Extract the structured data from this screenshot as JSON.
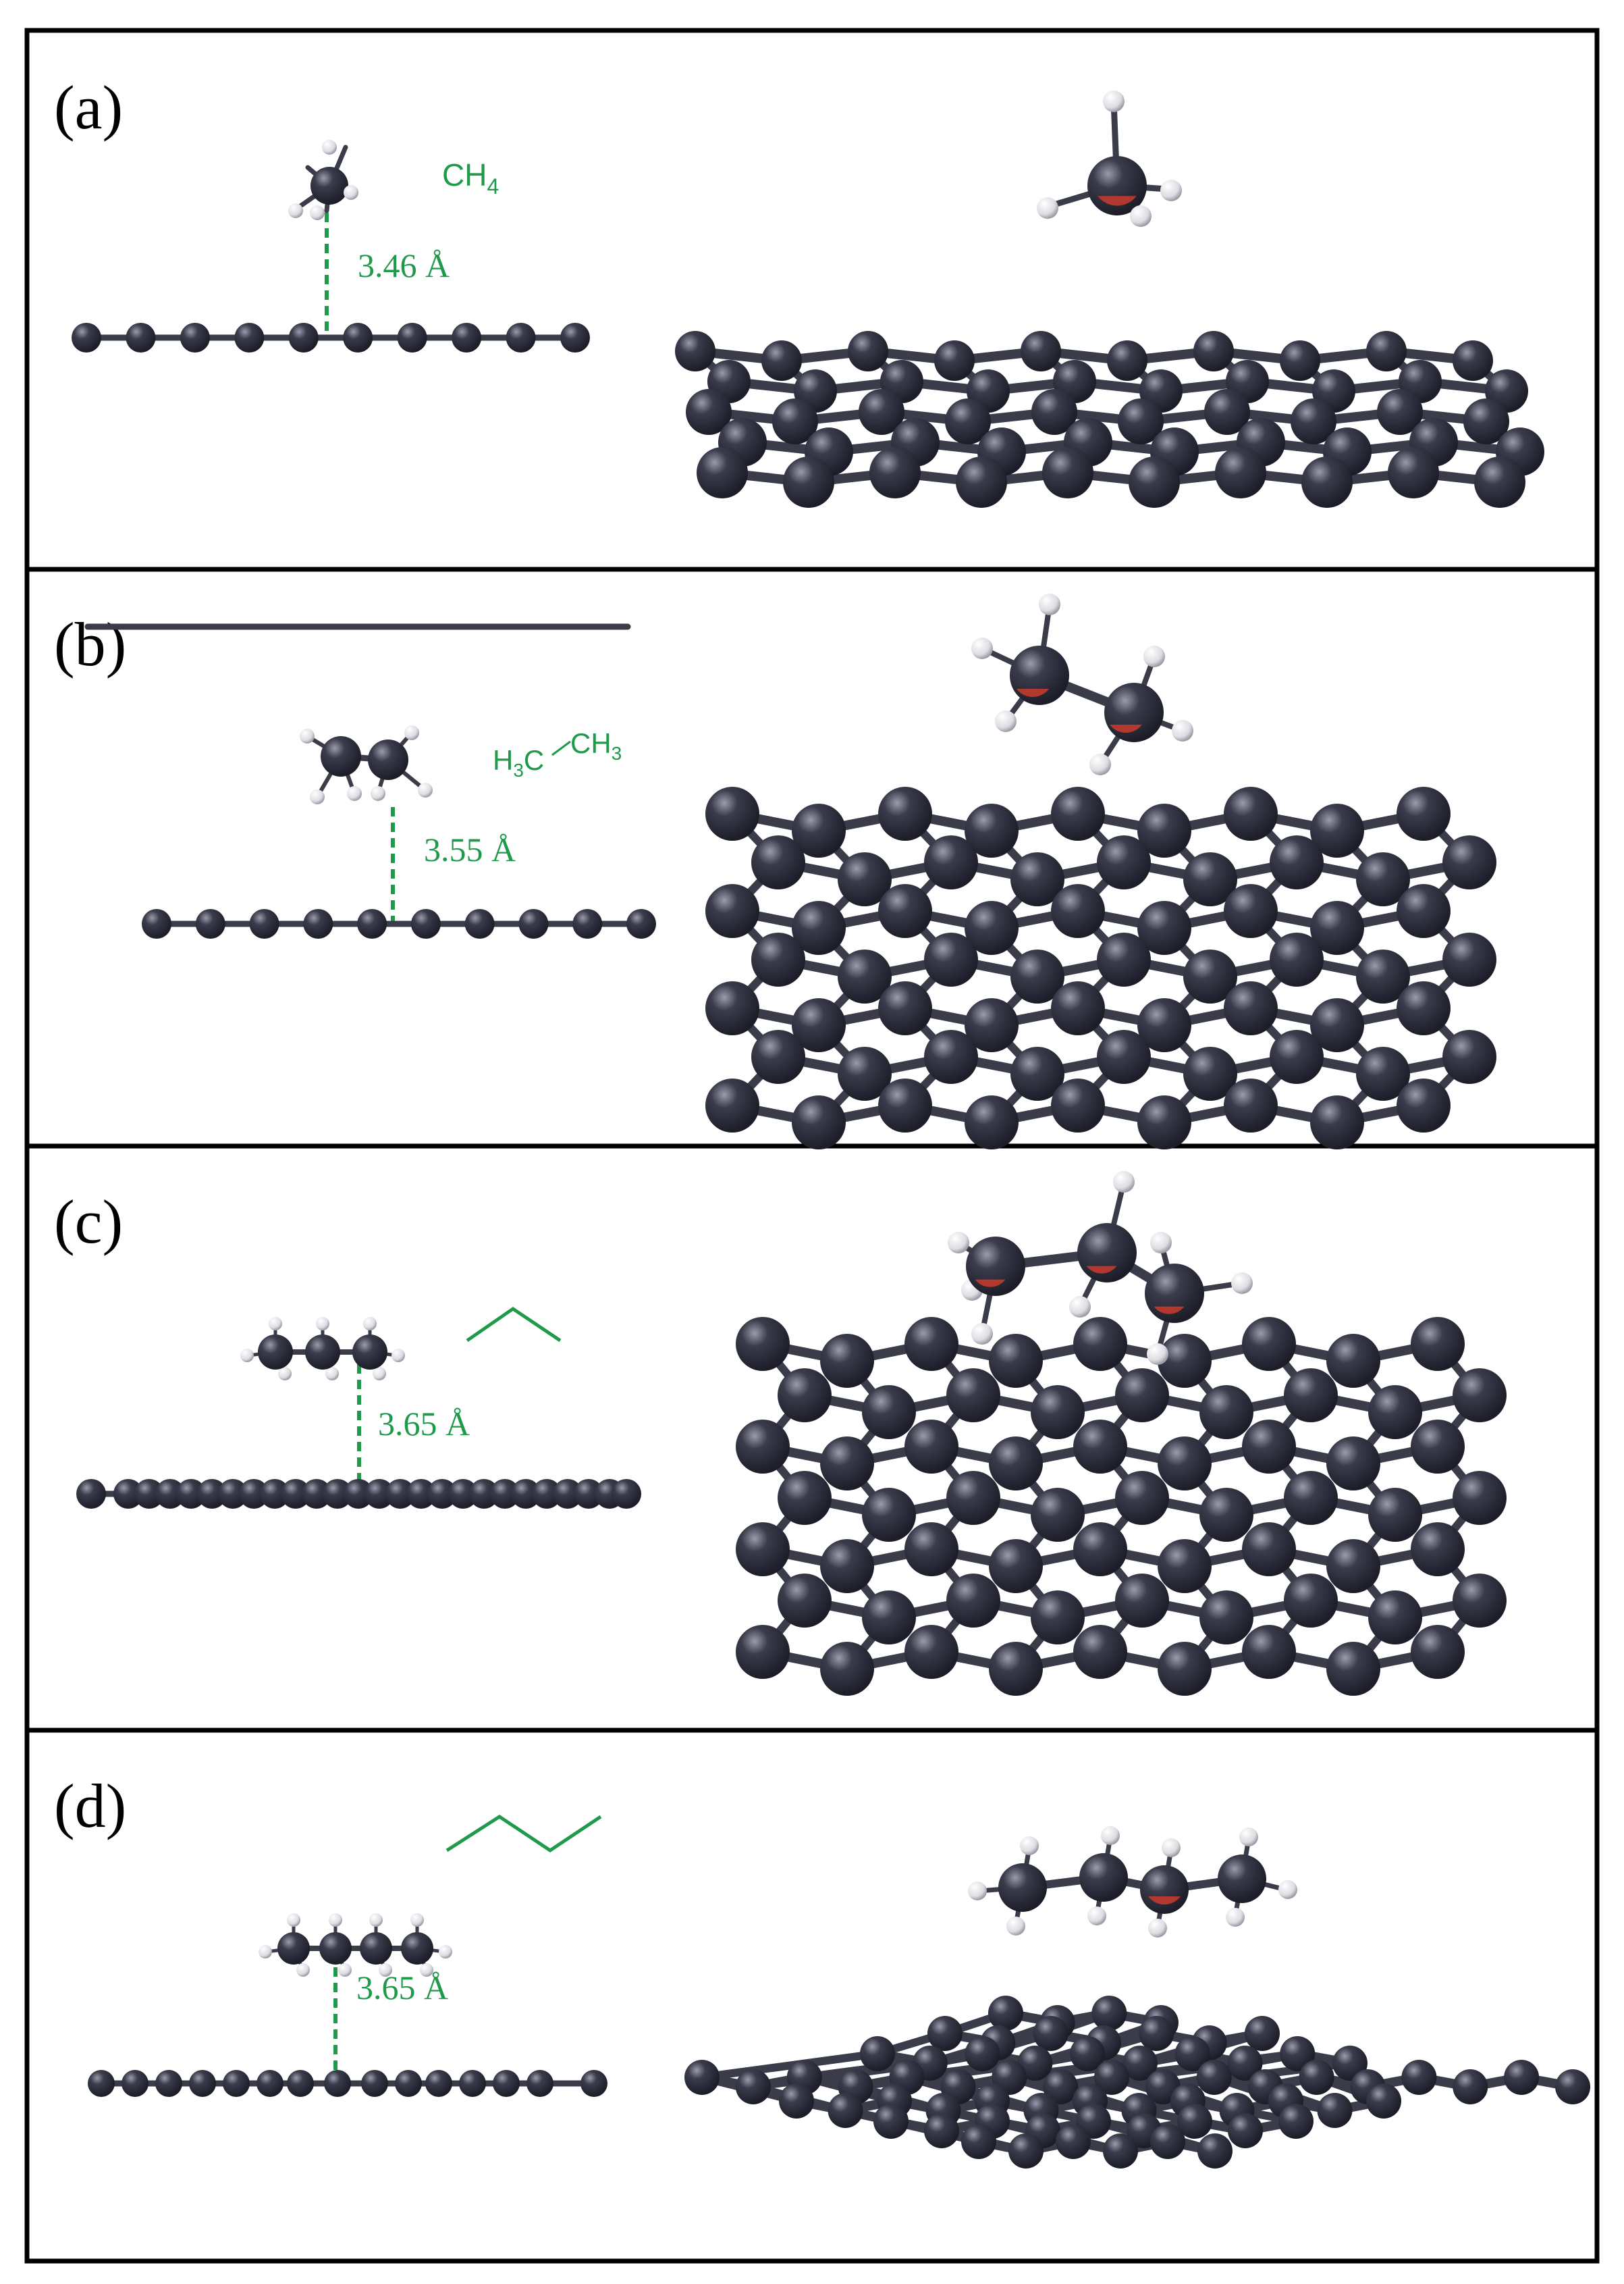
{
  "panels": [
    {
      "id": "a",
      "label": "(a)",
      "formula": "CH4",
      "distance": "3.46 Å"
    },
    {
      "id": "b",
      "label": "(b)",
      "formula": "H3C–CH3",
      "distance": "3.55 Å"
    },
    {
      "id": "c",
      "label": "(c)",
      "formula": "",
      "distance": "3.65 Å"
    },
    {
      "id": "d",
      "label": "(d)",
      "formula": "",
      "distance": "3.65 Å"
    }
  ],
  "colors": {
    "carbon": "#2a2c3a",
    "carbon_highlight": "#8a8c9a",
    "hydrogen": "#f2f2f2",
    "oxygen_tint": "#c23a2e",
    "annotation": "#1f9a4a",
    "frame": "#000000"
  }
}
